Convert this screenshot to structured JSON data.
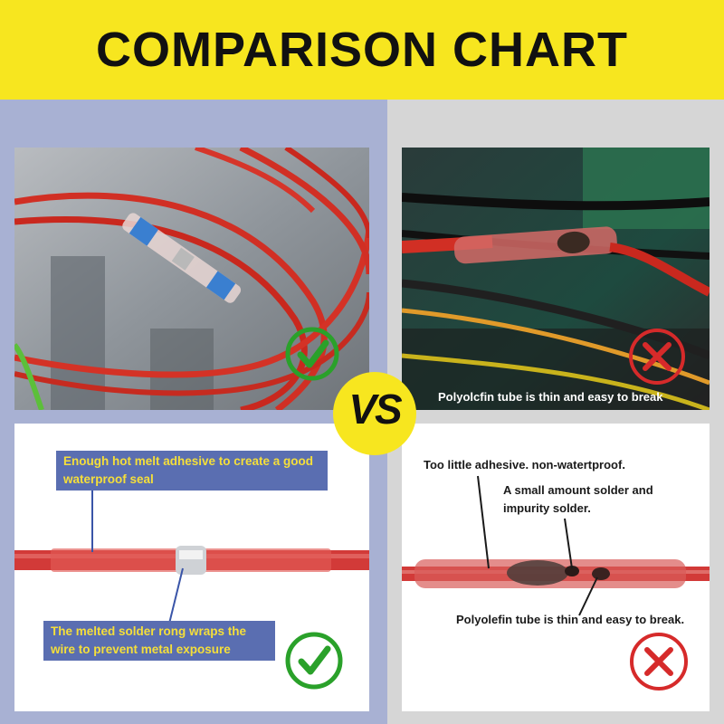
{
  "header": {
    "title": "COMPARISON CHART"
  },
  "vs": {
    "label": "VS"
  },
  "top_right": {
    "caption": "Polyolcfin tube is thin and easy to break"
  },
  "bottom_left": {
    "label_top": "Enough hot melt adhesive to create a good waterproof seal",
    "label_bottom": "The melted solder rong wraps the wire to prevent metal exposure"
  },
  "bottom_right": {
    "label_1": "Too little adhesive. non-watertproof.",
    "label_2": "A small amount solder and impurity solder.",
    "label_3": "Polyolefin tube is thin and easy to break."
  },
  "icons": {
    "good": "check-icon",
    "bad": "cross-icon"
  },
  "colors": {
    "banner": "#f7e61f",
    "left_bg": "#a8b1d3",
    "right_bg": "#d6d6d6",
    "label_box": "#5a6eb1",
    "label_text": "#f5df3a",
    "check_green": "#2aa12a",
    "cross_red": "#d62a2a"
  }
}
